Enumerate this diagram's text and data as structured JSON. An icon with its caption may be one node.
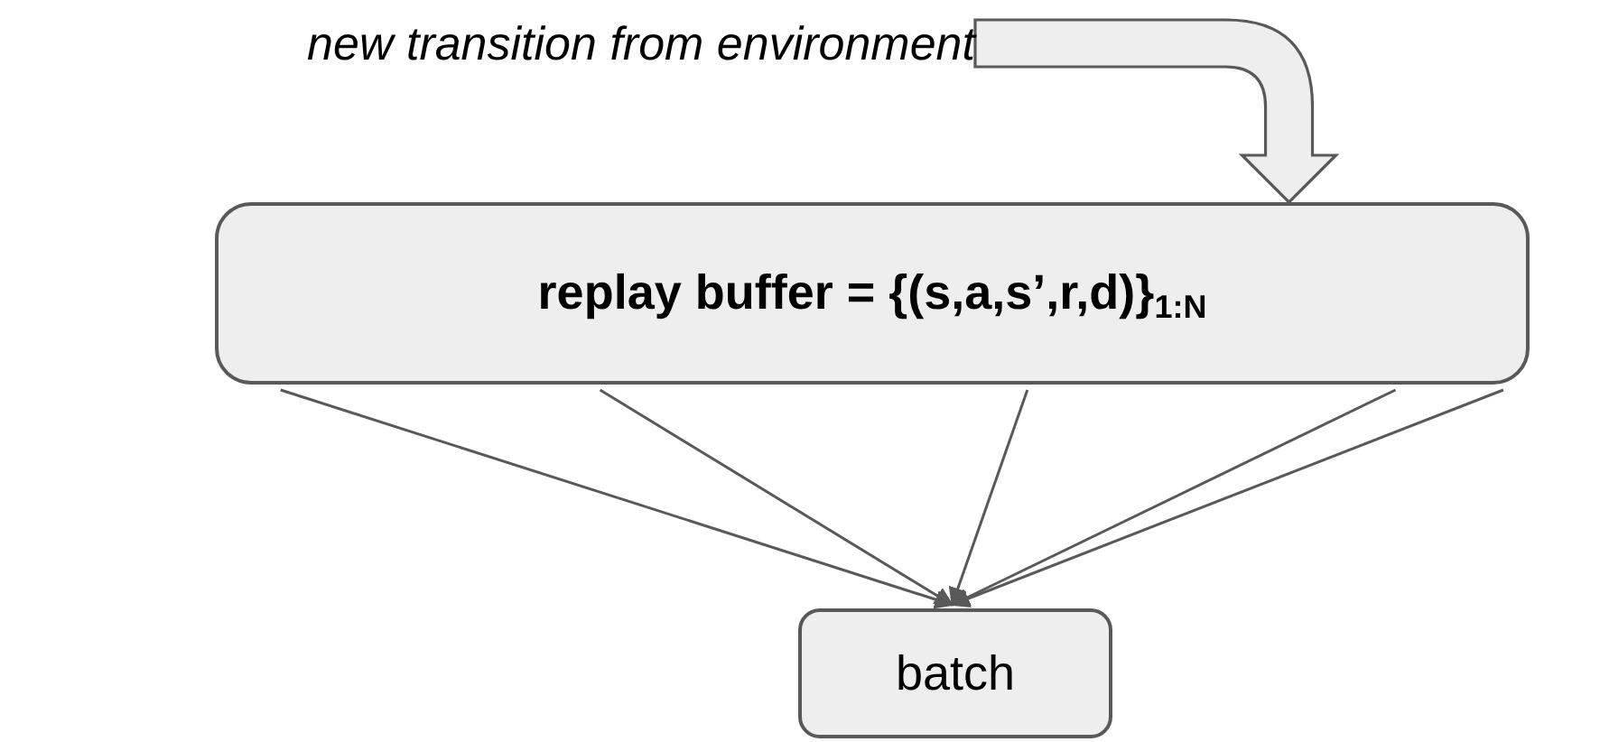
{
  "diagram": {
    "nodes": [
      {
        "text": [
          "new transition from environment"
        ]
      },
      {
        "text": [
          "replay buffer = {(s,a,s’,r,d)}$_{1:N}$"
        ]
      },
      {
        "text": [
          "batch"
        ]
      }
    ],
    "edges": [
      {
        "from": 0,
        "to": 1,
        "arrow": "to",
        "style": "thick"
      },
      {
        "from": 1,
        "to": 2,
        "arrow": "to"
      },
      {
        "from": 1,
        "to": 2,
        "arrow": "to"
      },
      {
        "from": 1,
        "to": 2,
        "arrow": "to"
      },
      {
        "from": 1,
        "to": 2,
        "arrow": "to"
      },
      {
        "from": 1,
        "to": 2,
        "arrow": "to"
      }
    ]
  }
}
